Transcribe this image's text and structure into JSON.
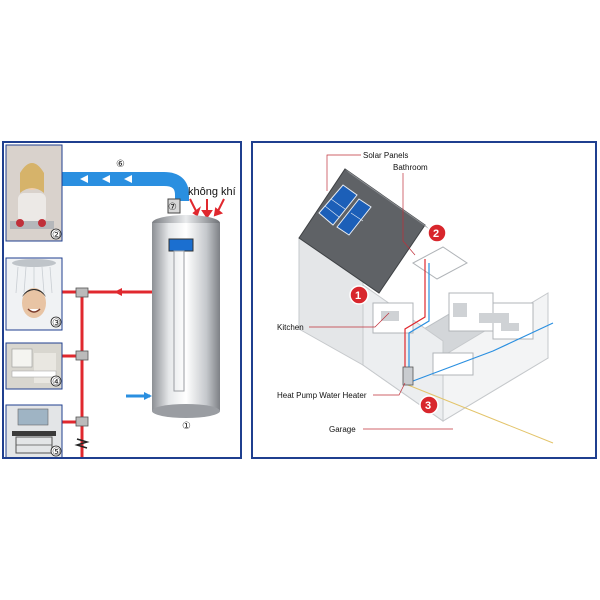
{
  "left": {
    "air_label": "không khí",
    "markers": {
      "tank": "①",
      "sink_person": "②",
      "shower": "③",
      "basin": "④",
      "vanity": "⑤",
      "pipe": "⑥",
      "valve": "⑦"
    }
  },
  "right": {
    "labels": {
      "solar_panels": "Solar Panels",
      "bathroom": "Bathroom",
      "kitchen": "Kitchen",
      "heat_pump": "Heat Pump Water Heater",
      "garage": "Garage"
    },
    "markers": [
      "1",
      "2",
      "3"
    ]
  },
  "colors": {
    "border": "#1f3f8f",
    "hot_pipe": "#e0282e",
    "cold_pipe": "#2a8fe0",
    "marker_red": "#d8262c"
  }
}
